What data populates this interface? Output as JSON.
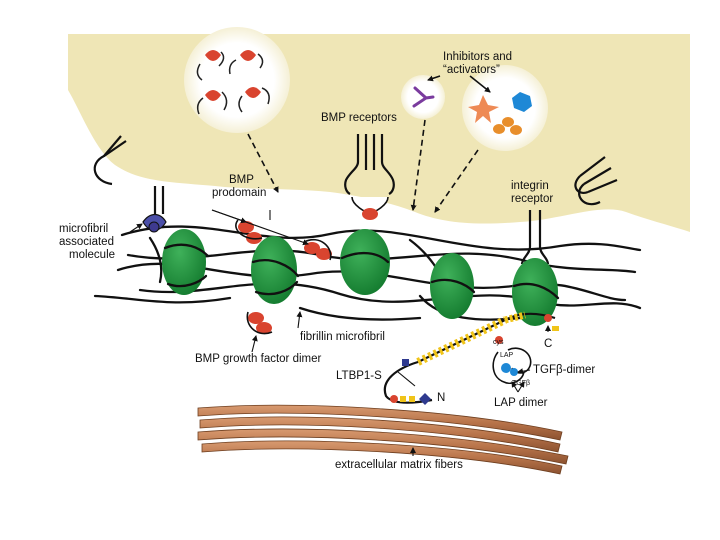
{
  "labels": {
    "inhibitors_line1": "Inhibitors and",
    "inhibitors_line2": "“activators”",
    "bmp_receptors": "BMP receptors",
    "bmp_prodomain_line1": "BMP",
    "bmp_prodomain_line2": "prodomain",
    "integrin_line1": "integrin",
    "integrin_line2": "receptor",
    "microfibril_line1": "microfibril",
    "microfibril_line2": "associated",
    "microfibril_line3": "molecule",
    "fibrillin_microfibril": "fibrillin microfibril",
    "bmp_growth_factor_dimer": "BMP growth factor dimer",
    "ltbp1s": "LTBP1-S",
    "c_terminus": "C",
    "n_terminus": "N",
    "tgfb_dimer": "TGFβ-dimer",
    "lap_dimer": "LAP dimer",
    "ecm_fibers": "extracellular matrix fibers",
    "lap_small": "LAP",
    "tgfb_small": "TGFβ",
    "cys_small": "cys"
  },
  "colors": {
    "cell": "#efe6b6",
    "microfibril_bead": "#1f8a3b",
    "bmp": "#d9442f",
    "ltbp_band": "#f0c419",
    "ecm_fiber": "#b8744a",
    "tgfb": "#2a8fd0",
    "lap": "#ffffff"
  }
}
